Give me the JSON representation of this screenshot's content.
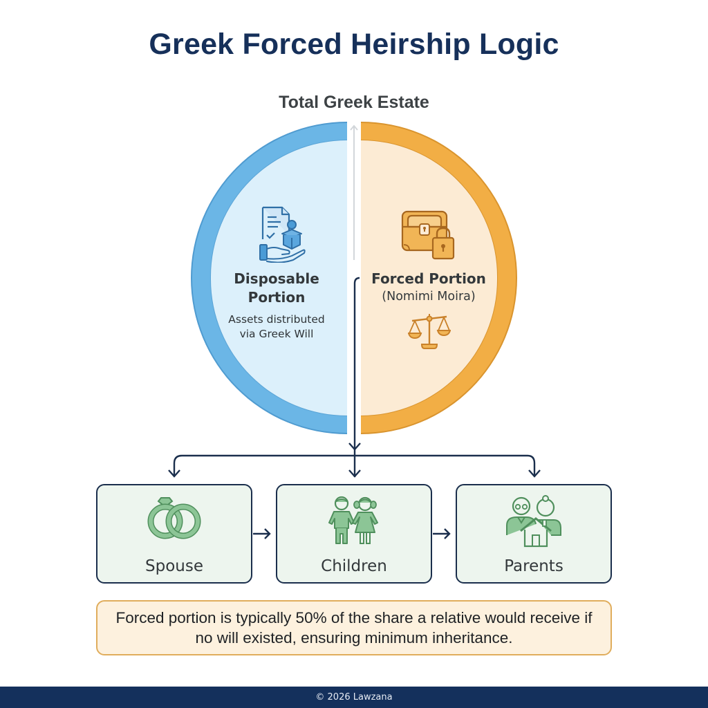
{
  "header": {
    "title": "Greek Forced Heirship Logic",
    "subtitle": "Total Greek Estate"
  },
  "estate": {
    "disposable": {
      "title_line1": "Disposable",
      "title_line2": "Portion",
      "desc_line1": "Assets distributed",
      "desc_line2": "via Greek Will",
      "icon": "will-document-gift-hand-icon",
      "color": "#6bb6e6",
      "fill": "#dcf0fb"
    },
    "forced": {
      "title": "Forced Portion",
      "subtitle": "(Nomimi Moira)",
      "icon_top": "locked-chest-icon",
      "icon_bottom": "scales-of-justice-icon",
      "color": "#f2ae45",
      "fill": "#fcebd4"
    }
  },
  "heirs": [
    {
      "label": "Spouse",
      "icon": "wedding-rings-icon"
    },
    {
      "label": "Children",
      "icon": "children-icon"
    },
    {
      "label": "Parents",
      "icon": "parents-house-icon"
    }
  ],
  "note": {
    "text": "Forced portion is typically 50% of the share a relative would receive if no will existed, ensuring minimum inheritance."
  },
  "footer": {
    "text": "© 2026 Lawzana"
  },
  "colors": {
    "navy": "#16305a",
    "connector": "#1a2e4c",
    "heir_icon_green": "#7dbb87",
    "heir_box_fill": "#edf5ee",
    "note_fill": "#fdf1de",
    "note_border": "#e0ad5c"
  }
}
